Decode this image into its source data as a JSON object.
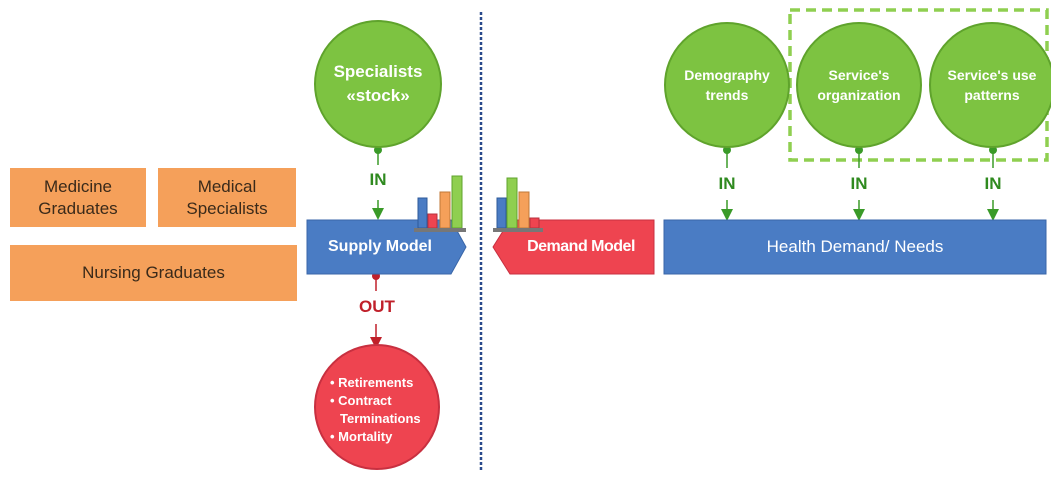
{
  "inputs": {
    "medicine_graduates": "Medicine\nGraduates",
    "medical_specialists": "Medical\nSpecialists",
    "nursing_graduates": "Nursing Graduates"
  },
  "supply": {
    "stock_label": "Specialists\n«stock»",
    "in_label": "IN",
    "out_label": "OUT",
    "model_label": "Supply Model",
    "exits": [
      "Retirements",
      "Contract Terminations",
      "Mortality"
    ]
  },
  "demand": {
    "model_label": "Demand Model",
    "needs_label": "Health Demand/ Needs",
    "drivers": [
      {
        "label": "Demography\ntrends",
        "in_label": "IN"
      },
      {
        "label": "Service's\norganization",
        "in_label": "IN"
      },
      {
        "label": "Service's use\npatterns",
        "in_label": "IN"
      }
    ]
  },
  "colors": {
    "orange": "#f5a05a",
    "green": "#7dc341",
    "blue": "#4a7cc4",
    "red": "#ee4450",
    "divider": "#2a4a8c",
    "dashed_box": "#8fcf50"
  }
}
